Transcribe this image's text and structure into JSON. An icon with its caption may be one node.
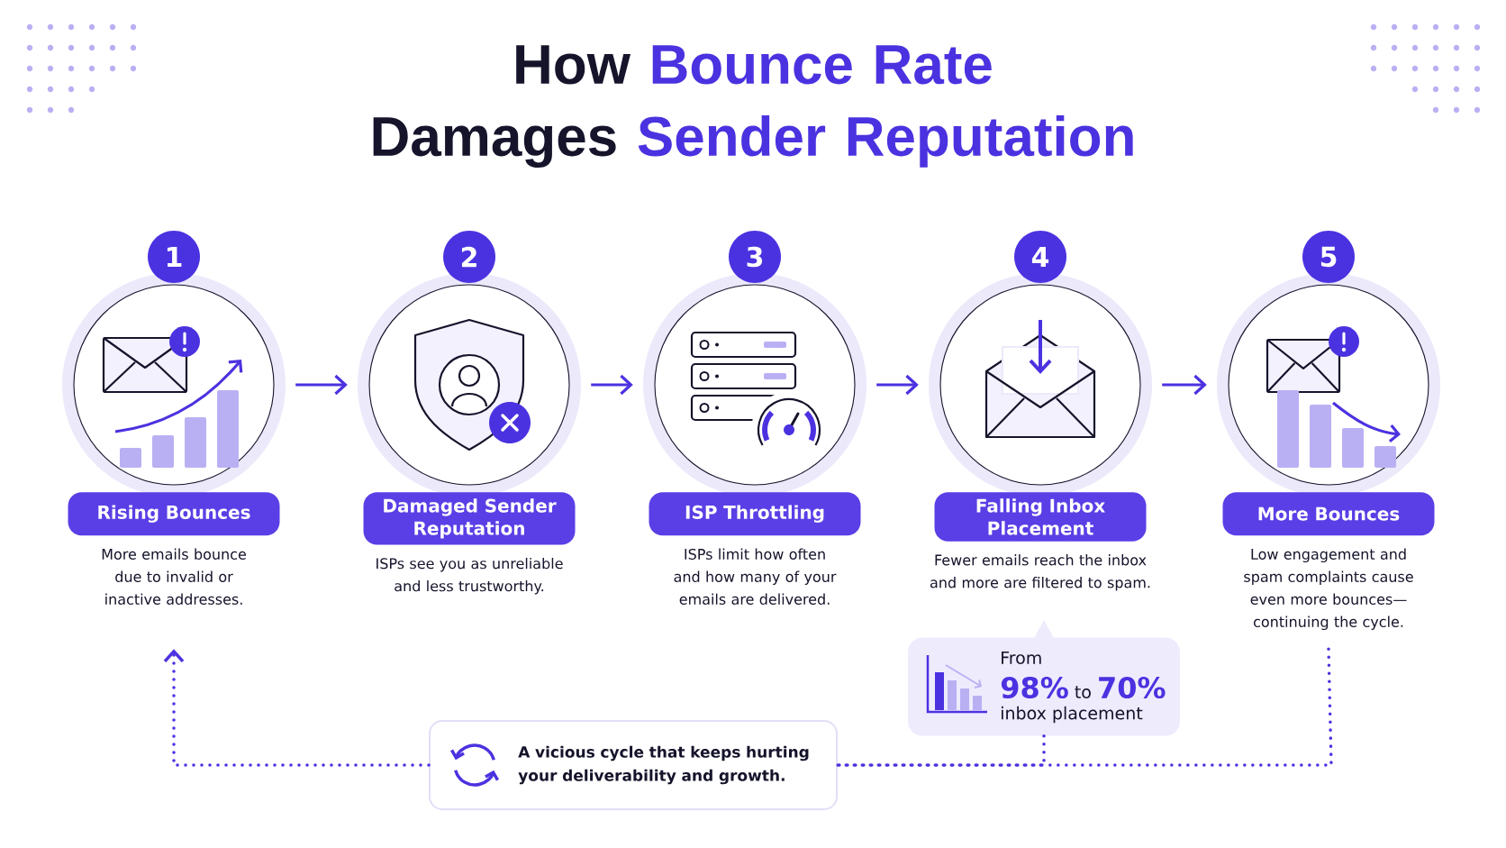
{
  "diagram": {
    "title": "How **Bounce Rate** Damages **Sender Reputation**",
    "nodes": [
      {
        "text": [
          "Rising Bounces",
          "More emails bounce due to invalid or inactive addresses."
        ],
        "beside": [
          "1"
        ]
      },
      {
        "text": [
          "Damaged Sender Reputation",
          "ISPs see you as unreliable and less trustworthy."
        ],
        "beside": [
          "2"
        ]
      },
      {
        "text": [
          "ISP Throttling",
          "ISPs limit how often and how many of your emails are delivered."
        ],
        "beside": [
          "3"
        ]
      },
      {
        "text": [
          "Falling Inbox Placement",
          "Fewer emails reach the inbox and more are filtered to spam."
        ],
        "beside": [
          "4"
        ]
      },
      {
        "text": [
          "More Bounces",
          "Low engagement and spam complaints cause even more bounces—continuing the cycle."
        ],
        "beside": [
          "5"
        ]
      },
      {
        "text": [
          "From",
          "**98%** to **70%**",
          "inbox placement"
        ]
      },
      {
        "text": [
          "A vicious cycle that keeps hurting your deliverability and growth."
        ]
      }
    ],
    "edges": [
      {
        "from": 0,
        "to": 1,
        "arrow": "to"
      },
      {
        "from": 1,
        "to": 2,
        "arrow": "to"
      },
      {
        "from": 2,
        "to": 3,
        "arrow": "to"
      },
      {
        "from": 3,
        "to": 4,
        "arrow": "to"
      },
      {
        "from": 4,
        "to": 6,
        "arrow": "none",
        "style": "dashed"
      },
      {
        "from": 5,
        "to": 6,
        "arrow": "none",
        "style": "dashed"
      },
      {
        "from": 6,
        "to": 0,
        "arrow": "to",
        "style": "dashed"
      }
    ]
  }
}
